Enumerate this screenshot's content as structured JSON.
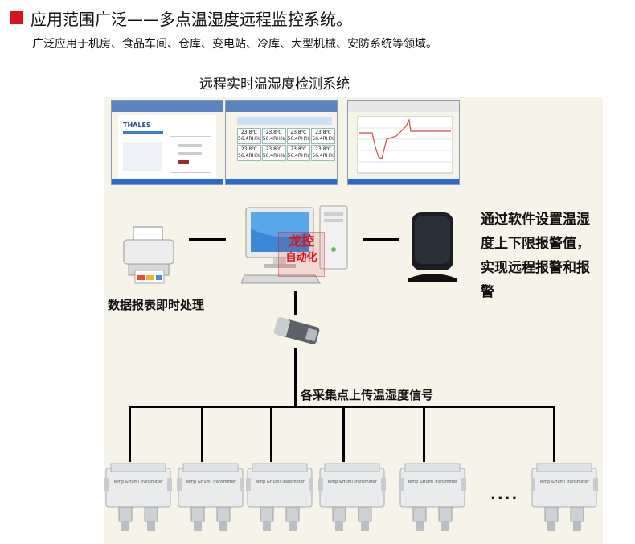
{
  "header": {
    "title": "应用范围广泛——多点温湿度远程监控系统。",
    "subtitle": "广泛应用于机房、食品车间、仓库、变电站、冷库、大型机械、安防系统等领域。",
    "accent_color": "#d9141b"
  },
  "diagram": {
    "system_title": "远程实时温湿度检测系统",
    "screenshots": {
      "login": {
        "brand": "THALES"
      },
      "readings": {
        "temperature": "23.8℃",
        "humidity": "56.4RH%"
      }
    },
    "printer_label": "数据报表即时处理",
    "alarm_note": "通过软件设置温湿度上下限报警值，实现远程报警和报警",
    "watermark": {
      "line1": "龙控",
      "line2": "自动化"
    },
    "bus_label": "各采集点上传温湿度信号",
    "sensor_label": "Temp &Humi Transmitter",
    "ellipsis": "....",
    "sensor_count_shown": 6
  }
}
